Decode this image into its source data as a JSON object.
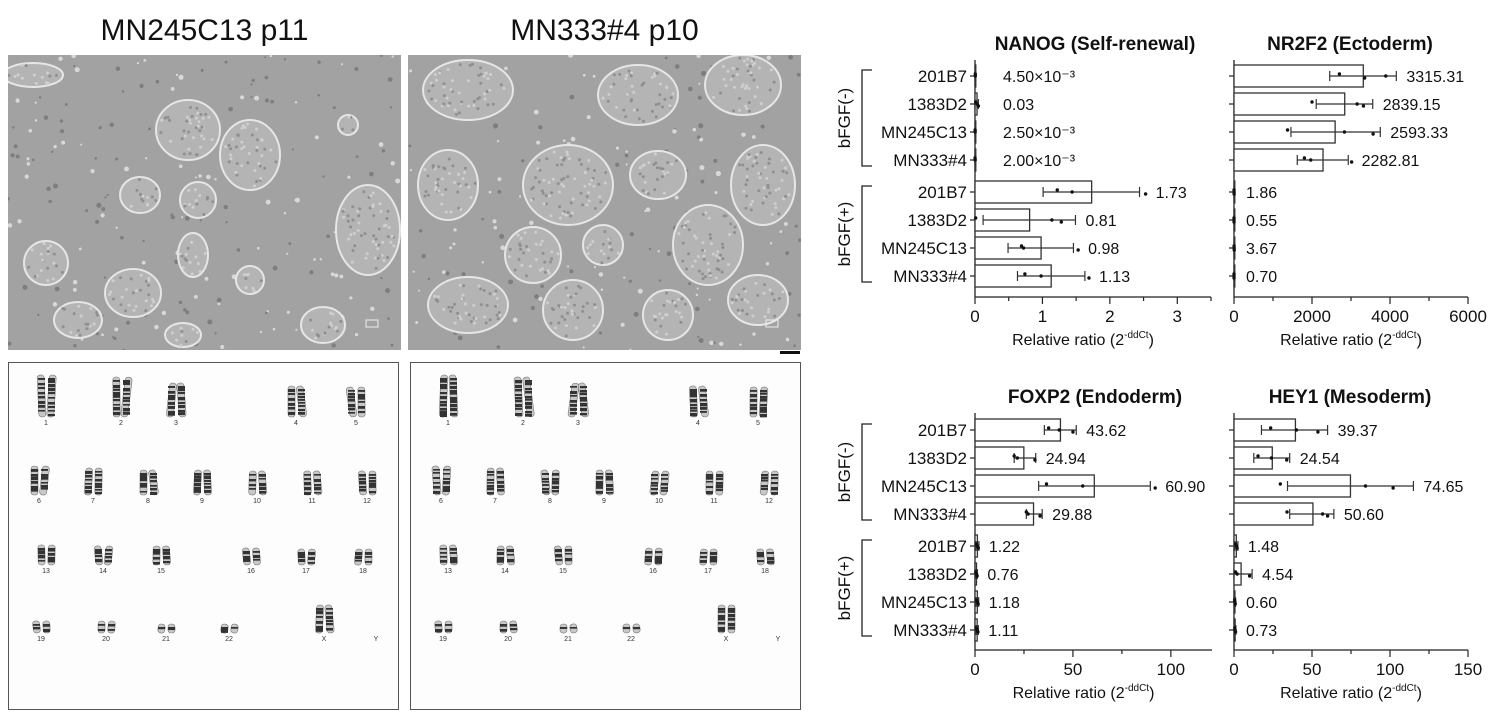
{
  "panels": {
    "left_title": "MN245C13 p11",
    "right_title": "MN333#4 p10"
  },
  "karyotype": {
    "labels": [
      "1",
      "2",
      "3",
      "4",
      "5",
      "6",
      "7",
      "8",
      "9",
      "10",
      "11",
      "12",
      "13",
      "14",
      "15",
      "16",
      "17",
      "18",
      "19",
      "20",
      "21",
      "22",
      "X",
      "Y"
    ]
  },
  "groups": [
    "bFGF(-)",
    "bFGF(+)"
  ],
  "categories": [
    "201B7",
    "1383D2",
    "MN245C13",
    "MN333#4",
    "201B7",
    "1383D2",
    "MN245C13",
    "MN333#4"
  ],
  "chart_data": [
    {
      "type": "bar",
      "orientation": "horizontal",
      "title": "NANOG (Self-renewal)",
      "xlabel": "Relative ratio (2",
      "xlabel_sup": "-ddCt",
      "xlabel_end": ")",
      "xlim": [
        0,
        3.5
      ],
      "xticks": [
        "0",
        "1",
        "2",
        "3"
      ],
      "xtick_values": [
        0,
        1,
        2,
        3
      ],
      "values": [
        0.0045,
        0.03,
        0.0025,
        0.002,
        1.73,
        0.81,
        0.98,
        1.13
      ],
      "value_labels": [
        "4.50×10⁻³",
        "0.03",
        "2.50×10⁻³",
        "2.00×10⁻³",
        "1.73",
        "0.81",
        "0.98",
        "1.13"
      ],
      "error_range": [
        [
          0,
          0.01
        ],
        [
          0,
          0.05
        ],
        [
          0,
          0.01
        ],
        [
          0,
          0.01
        ],
        [
          1.01,
          2.44
        ],
        [
          0.12,
          1.49
        ],
        [
          0.49,
          1.46
        ],
        [
          0.63,
          1.63
        ]
      ],
      "points": [
        [
          0.004,
          0.005
        ],
        [
          0.01,
          0.03,
          0.05
        ],
        [
          0.002,
          0.003
        ],
        [
          0.001,
          0.003
        ],
        [
          1.22,
          1.44,
          2.53
        ],
        [
          0.01,
          1.14,
          1.28
        ],
        [
          0.69,
          0.72,
          1.53
        ],
        [
          0.74,
          0.98,
          1.69
        ]
      ]
    },
    {
      "type": "bar",
      "orientation": "horizontal",
      "title": "NR2F2 (Ectoderm)",
      "xlabel": "Relative ratio (2",
      "xlabel_sup": "-ddCt",
      "xlabel_end": ")",
      "xlim": [
        0,
        6000
      ],
      "xticks": [
        "0",
        "2000",
        "4000",
        "6000"
      ],
      "xtick_values": [
        0,
        2000,
        4000,
        6000
      ],
      "values": [
        3315.31,
        2839.15,
        2593.33,
        2282.81,
        1.86,
        0.55,
        3.67,
        0.7
      ],
      "value_labels": [
        "3315.31",
        "2839.15",
        "2593.33",
        "2282.81",
        "1.86",
        "0.55",
        "3.67",
        "0.70"
      ],
      "error_range": [
        [
          2454,
          4162
        ],
        [
          2108,
          3557
        ],
        [
          1460,
          3751
        ],
        [
          1622,
          2930
        ],
        [
          0,
          4
        ],
        [
          0,
          1
        ],
        [
          0,
          6
        ],
        [
          0,
          1
        ]
      ],
      "points": [
        [
          2703,
          3892,
          3350
        ],
        [
          2000,
          3157,
          3319
        ],
        [
          1373,
          2832,
          3567
        ],
        [
          1805,
          1967,
          3016
        ],
        [
          1,
          2,
          3
        ],
        [
          0.3,
          0.5,
          0.8
        ],
        [
          2,
          3,
          6
        ],
        [
          0.5,
          0.7,
          0.9
        ]
      ]
    },
    {
      "type": "bar",
      "orientation": "horizontal",
      "title": "FOXP2 (Endoderm)",
      "xlabel": "Relative ratio (2",
      "xlabel_sup": "-ddCt",
      "xlabel_end": ")",
      "xlim": [
        0,
        121
      ],
      "xticks": [
        "0",
        "50",
        "100"
      ],
      "xtick_values": [
        0,
        50,
        100
      ],
      "values": [
        43.62,
        24.94,
        60.9,
        29.88,
        1.22,
        0.76,
        1.18,
        1.11
      ],
      "value_labels": [
        "43.62",
        "24.94",
        "60.90",
        "29.88",
        "1.22",
        "0.76",
        "1.18",
        "1.11"
      ],
      "error_range": [
        [
          35.4,
          51.7
        ],
        [
          20,
          31
        ],
        [
          32.5,
          89.5
        ],
        [
          26.2,
          34.3
        ],
        [
          0.5,
          2
        ],
        [
          0.3,
          1.2
        ],
        [
          0.5,
          1.9
        ],
        [
          0.5,
          1.7
        ]
      ],
      "points": [
        [
          37.6,
          43,
          50
        ],
        [
          20,
          21.6,
          30.6
        ],
        [
          36.5,
          55,
          92
        ],
        [
          26.2,
          27.1,
          33.2
        ],
        [
          0.8,
          1.2,
          1.7
        ],
        [
          0.4,
          0.8,
          1.1
        ],
        [
          0.8,
          1.2,
          1.6
        ],
        [
          0.7,
          1.1,
          1.5
        ]
      ]
    },
    {
      "type": "bar",
      "orientation": "horizontal",
      "title": "HEY1 (Mesoderm)",
      "xlabel": "Relative ratio (2",
      "xlabel_sup": "-ddCt",
      "xlabel_end": ")",
      "xlim": [
        0,
        150
      ],
      "xticks": [
        "0",
        "50",
        "100",
        "150"
      ],
      "xtick_values": [
        0,
        50,
        100,
        150
      ],
      "values": [
        39.37,
        24.54,
        74.65,
        50.6,
        1.48,
        4.54,
        0.6,
        0.73
      ],
      "value_labels": [
        "39.37",
        "24.54",
        "74.65",
        "50.60",
        "1.48",
        "4.54",
        "0.60",
        "0.73"
      ],
      "error_range": [
        [
          17.6,
          60
        ],
        [
          12.7,
          35.7
        ],
        [
          34.3,
          115
        ],
        [
          35.7,
          64
        ],
        [
          0.5,
          2.5
        ],
        [
          0,
          11.6
        ],
        [
          0.2,
          1
        ],
        [
          0.3,
          1.2
        ]
      ],
      "points": [
        [
          23.5,
          40,
          53.8
        ],
        [
          15.4,
          24,
          33.8
        ],
        [
          29.7,
          84.3,
          102
        ],
        [
          34,
          56.8,
          60
        ],
        [
          1,
          1.5,
          2
        ],
        [
          1,
          2,
          10
        ],
        [
          0.4,
          0.6,
          0.8
        ],
        [
          0.5,
          0.7,
          1
        ]
      ]
    }
  ]
}
